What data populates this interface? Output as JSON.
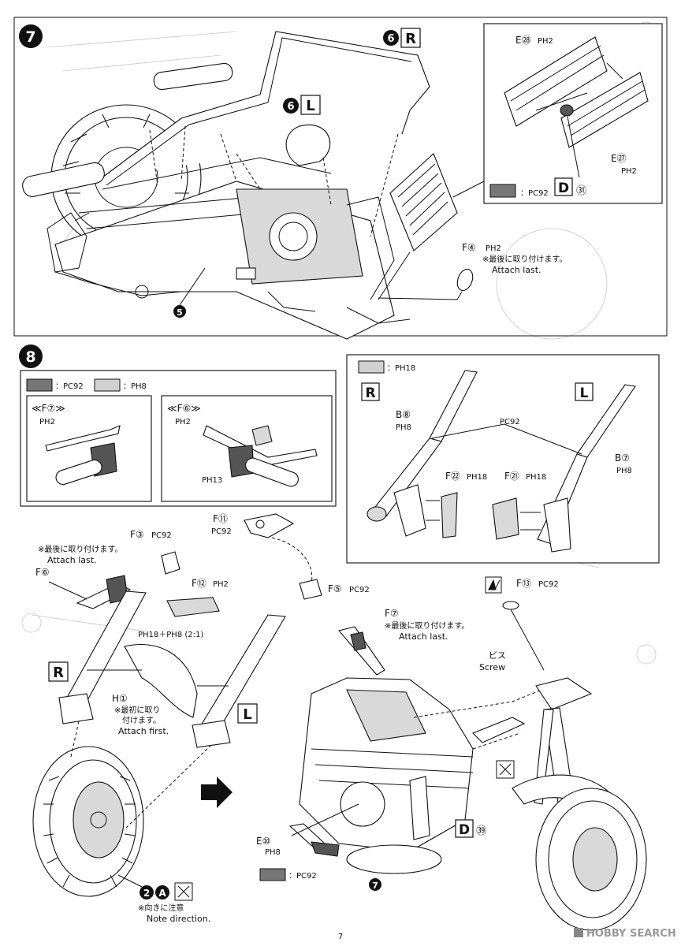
{
  "page_number": "7",
  "watermark": "HOBBY SEARCH",
  "step7": {
    "step_number": "7",
    "muffler_r_label": "R",
    "muffler_r_num": "6",
    "muffler_l_label": "L",
    "muffler_l_num": "6",
    "frame_label": "5",
    "f4_part": "F④",
    "f4_paint": "PH2",
    "f4_note_jp": "※最後に取り付けます。",
    "f4_note_en": "Attach last.",
    "radiator": {
      "e28_part": "E㉘",
      "e28_paint": "PH2",
      "e27_part": "E㉗",
      "e27_paint": "PH2",
      "decal_ref": "D",
      "decal_num": "㉛",
      "legend_paint": "：PC92"
    }
  },
  "step8": {
    "step_number": "8",
    "legend": [
      {
        "paint": "：PC92",
        "color": "#777777"
      },
      {
        "paint": "：PH8",
        "color": "#d0d0d0"
      }
    ],
    "lever_f7": {
      "label": "≪F⑦≫",
      "paint": "PH2"
    },
    "lever_f6": {
      "label": "≪F⑥≫",
      "paint": "PH2",
      "grip_paint": "PH13"
    },
    "fork_box": {
      "legend_paint": "：PH18",
      "right_label": "R",
      "left_label": "L",
      "b8_part": "B⑧",
      "b8_paint": "PH8",
      "b7_part": "B⑦",
      "b7_paint": "PH8",
      "pc92": "PC92",
      "f22_part": "F㉒",
      "f22_paint": "PH18",
      "f21_part": "F㉑",
      "f21_paint": "PH18"
    },
    "f11_part": "F⑪",
    "f11_paint": "PC92",
    "f3_part": "F③",
    "f3_paint": "PC92",
    "attach_last_jp": "※最後に取り付けます。",
    "attach_last_en": "Attach last.",
    "f6_part": "F⑥",
    "f12_part": "F⑫",
    "f12_paint": "PH2",
    "f5_part": "F⑤",
    "f5_paint": "PC92",
    "f7_part": "F⑦",
    "f7_note_jp": "※最後に取り付けます。",
    "f7_note_en": "Attach last.",
    "fender_paint": "PH18＋PH8 (2:1)",
    "h1_part": "H①",
    "h1_note_jp1": "※最初に取り",
    "h1_note_jp2": "付けます。",
    "h1_note_en": "Attach first.",
    "fork_r_label": "R",
    "fork_l_label": "L",
    "f13_part": "F⑬",
    "f13_paint": "PC92",
    "screw_jp": "ビス",
    "screw_en": "Screw",
    "decal_ref": "D",
    "decal_num": "㊴",
    "e10_part": "E⑩",
    "e10_paint": "PH8",
    "legend_bottom": "：PC92",
    "exhaust_label": "7",
    "wheel_label_num": "2",
    "wheel_label_letter": "A",
    "direction_jp": "※向きに注意",
    "direction_en": "Note direction."
  }
}
